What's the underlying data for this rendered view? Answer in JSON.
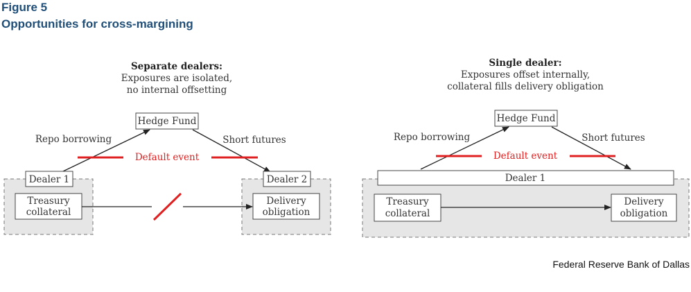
{
  "figure": {
    "number": "Figure 5",
    "title": "Opportunities for cross-margining"
  },
  "left_panel": {
    "heading": "Separate dealers:",
    "desc_line1": "Exposures are isolated,",
    "desc_line2": "no internal offsetting",
    "hedge_fund": "Hedge Fund",
    "repo": "Repo borrowing",
    "short_futures": "Short futures",
    "default_event": "Default event",
    "dealer1": "Dealer 1",
    "dealer2": "Dealer 2",
    "collateral_line1": "Treasury",
    "collateral_line2": "collateral",
    "delivery_line1": "Delivery",
    "delivery_line2": "obligation"
  },
  "right_panel": {
    "heading": "Single dealer:",
    "desc_line1": "Exposures offset internally,",
    "desc_line2": "collateral fills delivery obligation",
    "hedge_fund": "Hedge Fund",
    "repo": "Repo borrowing",
    "short_futures": "Short futures",
    "default_event": "Default event",
    "dealer": "Dealer 1",
    "collateral_line1": "Treasury",
    "collateral_line2": "collateral",
    "delivery_line1": "Delivery",
    "delivery_line2": "obligation"
  },
  "colors": {
    "title": "#1f4e79",
    "default_event": "#e02020",
    "dealer_region": "#e6e6e6"
  },
  "source": "Federal Reserve Bank of Dallas"
}
